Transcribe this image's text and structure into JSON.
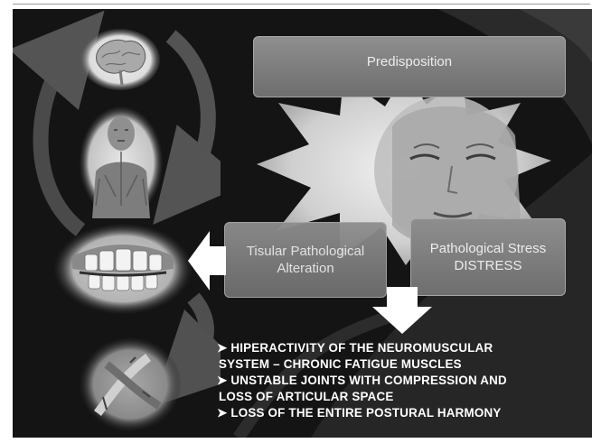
{
  "boxes": {
    "predisposition": "Predisposition",
    "tissue_line1": "Tisular Pathological",
    "tissue_line2": "Alteration",
    "stress_line1": "Pathological Stress",
    "stress_line2": "DISTRESS"
  },
  "bullets": [
    "➤ HIPERACTIVITY OF THE NEUROMUSCULAR",
    "SYSTEM – CHRONIC FATIGUE MUSCLES",
    "➤ UNSTABLE JOINTS WITH COMPRESSION AND",
    "LOSS OF ARTICULAR SPACE",
    "➤ LOSS OF THE ENTIRE POSTURAL  HARMONY"
  ],
  "icons": [
    "brain-icon",
    "anatomy-figure-icon",
    "teeth-icon",
    "joint-icon",
    "face-icon"
  ]
}
